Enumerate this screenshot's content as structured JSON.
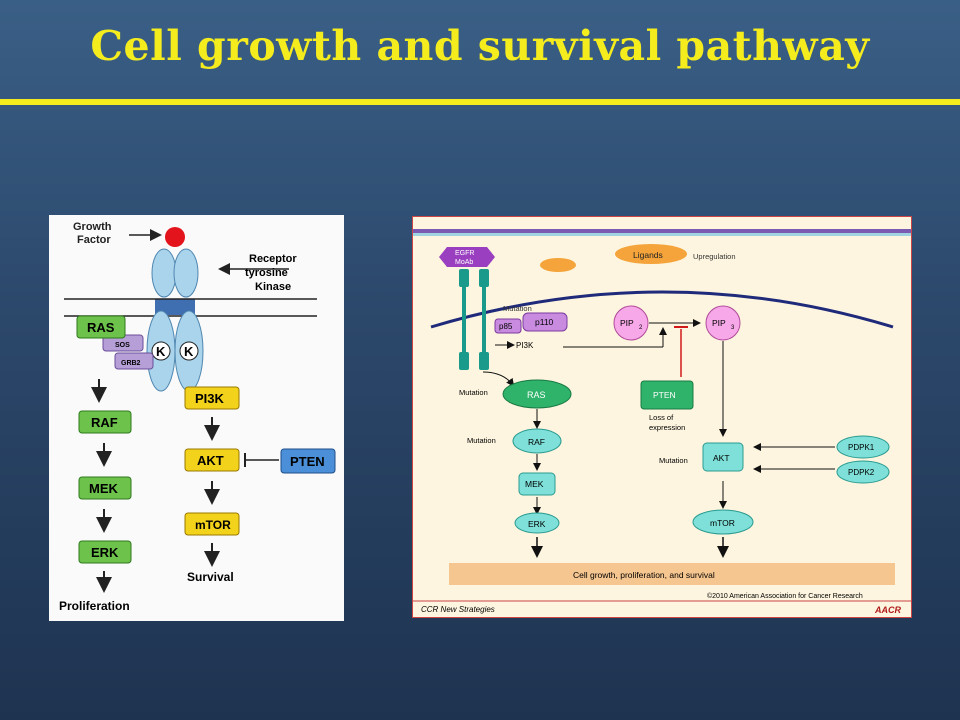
{
  "slide": {
    "title": "Cell growth and survival pathway"
  },
  "left_diagram": {
    "growth_factor": [
      "Growth",
      "Factor"
    ],
    "receptor": [
      "Receptor",
      "tyrosine",
      "Kinase"
    ],
    "kinase_label": "K",
    "ras": "RAS",
    "sos": "SOS",
    "grb2": "GRB2",
    "raf": "RAF",
    "mek": "MEK",
    "erk": "ERK",
    "proliferation": "Proliferation",
    "pi3k": "PI3K",
    "akt": "AKT",
    "pten": "PTEN",
    "mtor": "mTOR",
    "survival": "Survival"
  },
  "right_diagram": {
    "egfr_moab": [
      "EGFR",
      "MoAb"
    ],
    "ligands": "Ligands",
    "upregulation": "Upregulation",
    "mutation": "Mutation",
    "p85": "p85",
    "p110": "p110",
    "pi3k": "PI3K",
    "pip2": "PIP",
    "pip2_sub": "2",
    "pip3": "PIP",
    "pip3_sub": "3",
    "ras": "RAS",
    "pten": "PTEN",
    "loss_of_expression": [
      "Loss of",
      "expression"
    ],
    "raf": "RAF",
    "mek": "MEK",
    "erk": "ERK",
    "akt": "AKT",
    "mtor": "mTOR",
    "pdpk1": "PDPK1",
    "pdpk2": "PDPK2",
    "outcome": "Cell growth, proliferation, and survival",
    "copyright": "©2010 American Association for Cancer Research",
    "footer": "CCR New Strategies",
    "logo": "AACR"
  },
  "colors": {
    "title": "#f5ec1e",
    "left_green": "#6cc24a",
    "left_yellow": "#f3d21b",
    "left_blue": "#4a8fd8",
    "receptor": "#a9d4ec",
    "right_green": "#2fb36a",
    "right_teal": "#7ee0d8",
    "right_pink": "#f7a8e8",
    "right_purple": "#9a3fc0",
    "right_orange": "#f4a43a"
  }
}
